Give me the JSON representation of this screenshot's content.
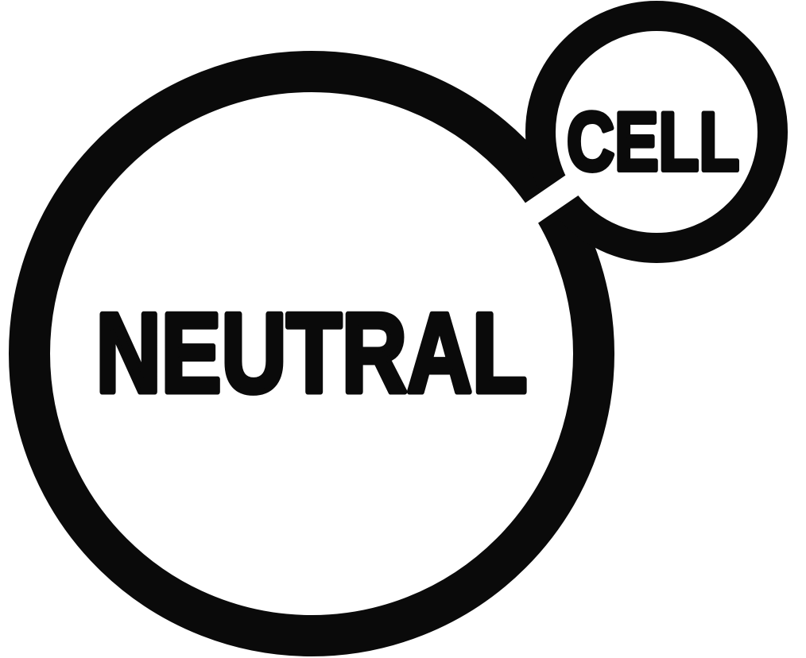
{
  "logo": {
    "primary_text": "NEUTRAL",
    "secondary_text": "CELL",
    "ink_color": "#0a0a0a",
    "background_color": "#ffffff",
    "description": "Two interlinked circle outlines: a large circle labeled NEUTRAL joined to a smaller circle labeled CELL at its upper right, with an open channel connecting the two interiors"
  }
}
